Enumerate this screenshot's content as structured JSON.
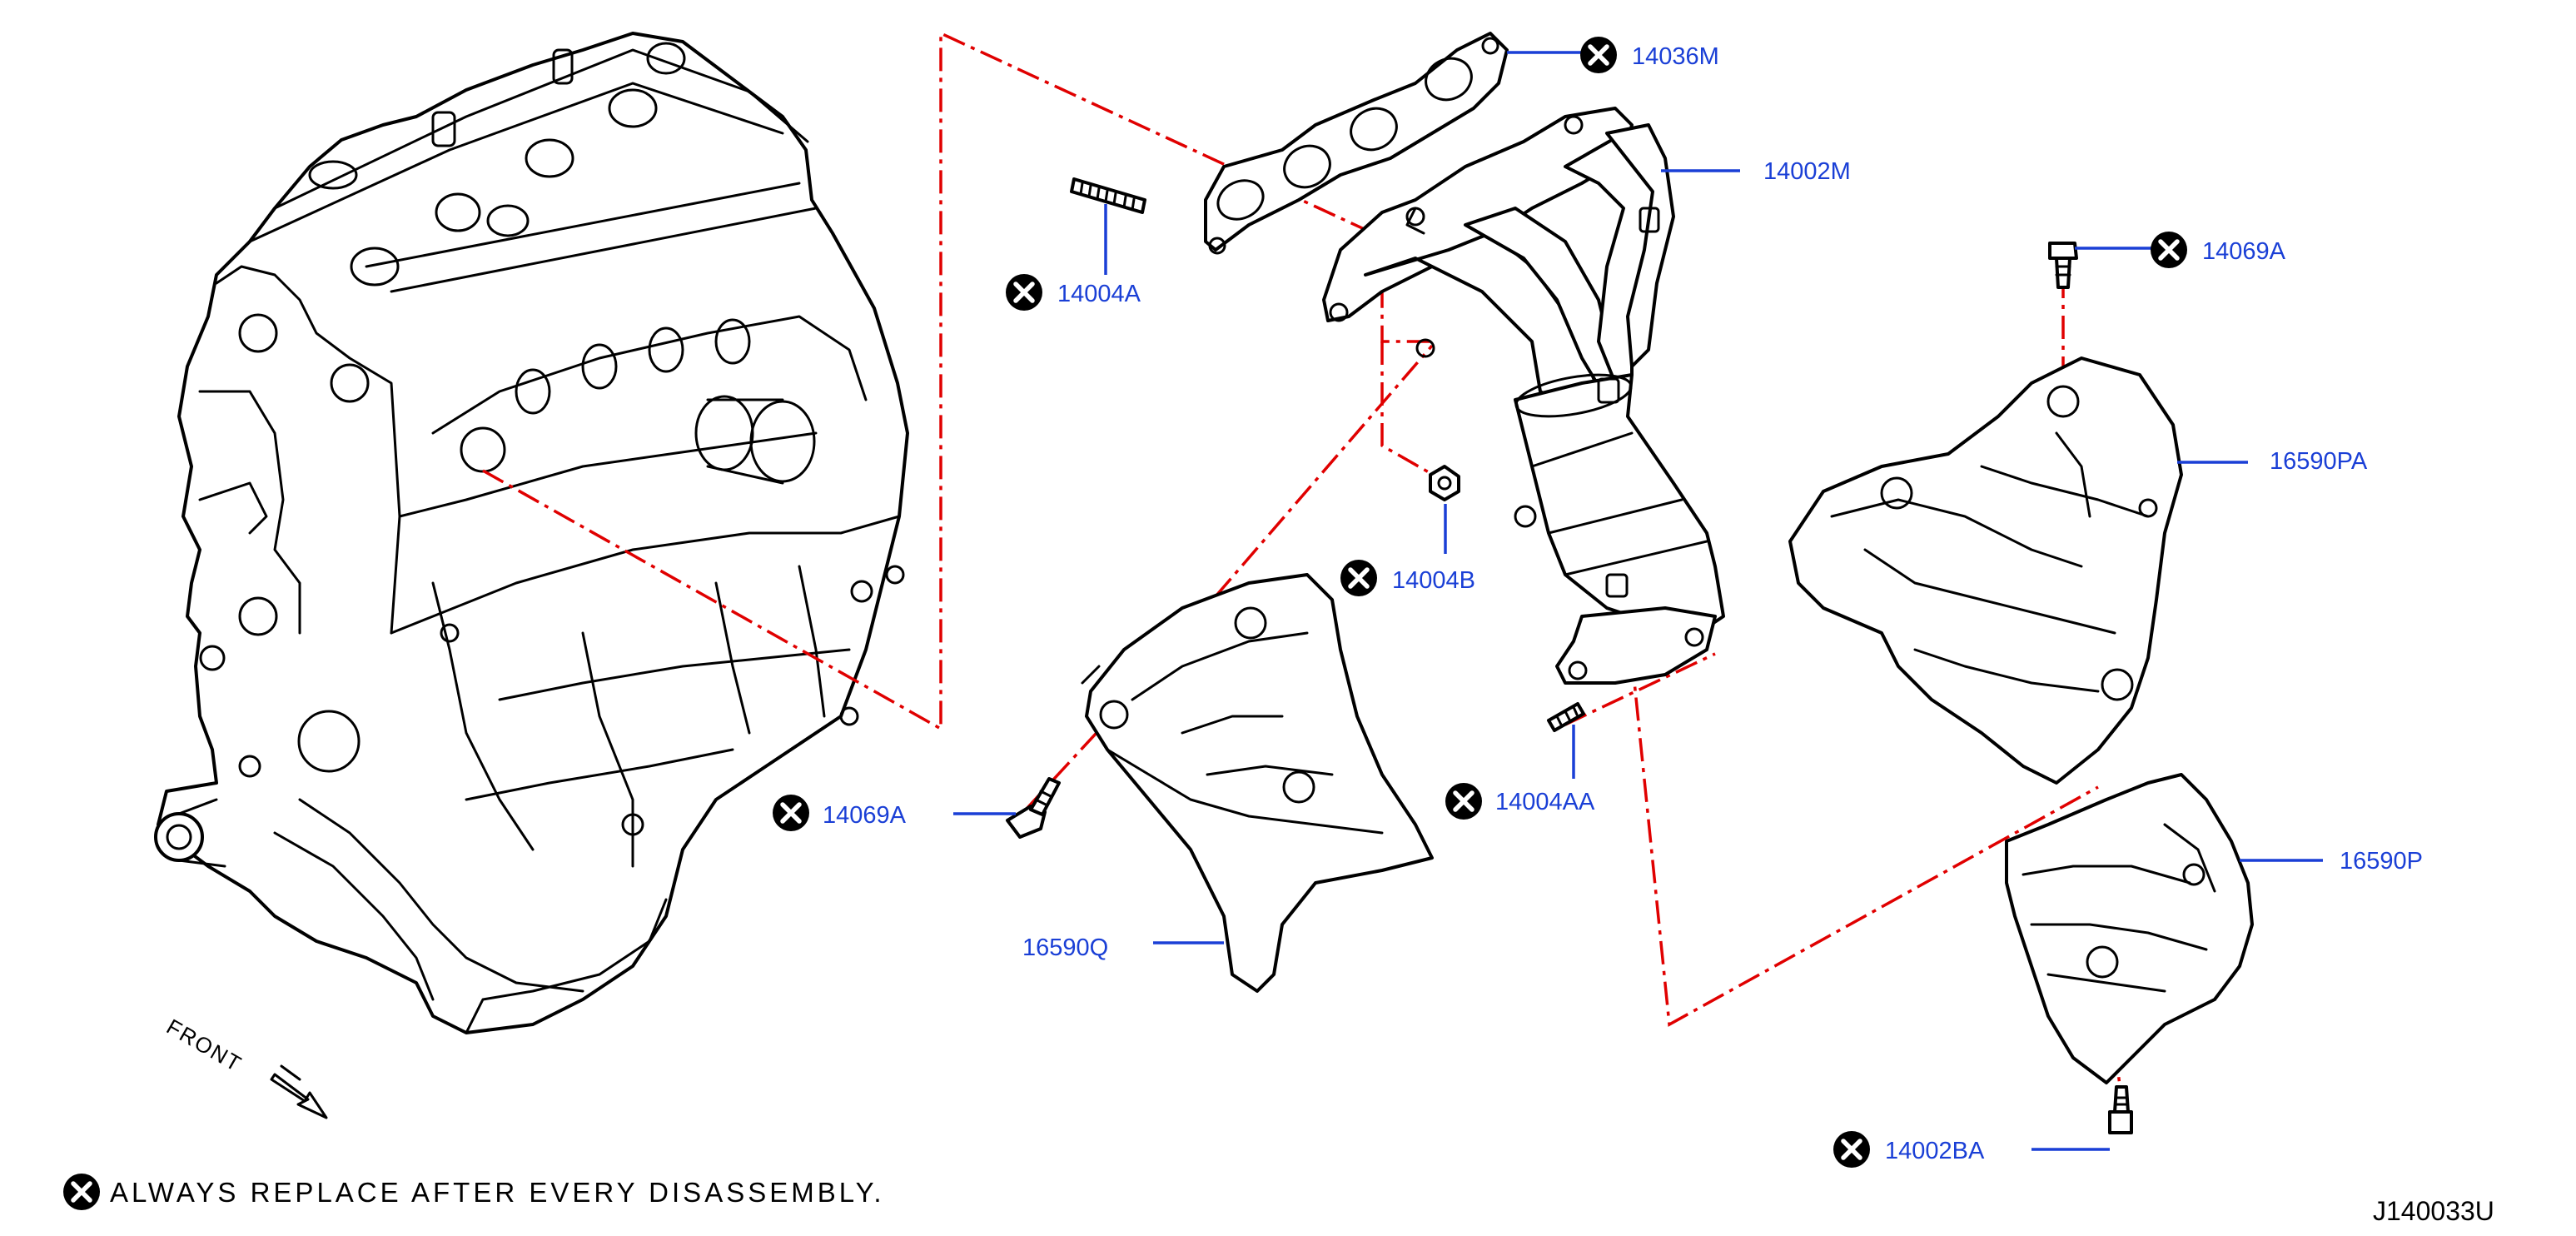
{
  "diagram_code": "J140033U",
  "note": {
    "text": "ALWAYS  REPLACE  AFTER  EVERY  DISASSEMBLY."
  },
  "front_label": "FRONT",
  "colors": {
    "part_number": "#1a3fd6",
    "chain_line": "#e00000",
    "line_art": "#000000"
  },
  "callouts": [
    {
      "part_number": "14036M",
      "replace": true
    },
    {
      "part_number": "14002M",
      "replace": false
    },
    {
      "part_number": "14004A",
      "replace": true
    },
    {
      "part_number": "14069A",
      "replace": true
    },
    {
      "part_number": "16590PA",
      "replace": false
    },
    {
      "part_number": "14004B",
      "replace": true
    },
    {
      "part_number": "14004AA",
      "replace": true
    },
    {
      "part_number": "14069A",
      "replace": true
    },
    {
      "part_number": "16590P",
      "replace": false
    },
    {
      "part_number": "16590Q",
      "replace": false
    },
    {
      "part_number": "14002BA",
      "replace": true
    }
  ],
  "icons": {
    "replace_marker": "x-circle-icon",
    "front_arrow": "arrow-down-right-icon"
  }
}
